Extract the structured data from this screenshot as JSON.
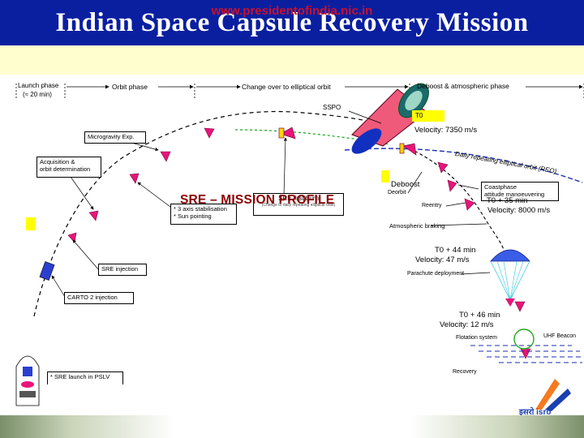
{
  "title": "Indian Space Capsule Recovery Mission",
  "footer_url": "www.presidentofindia.nic.in",
  "phases": {
    "launch": "Launch phase",
    "launch_time": "(≈ 20 min)",
    "orbit": "Orbit phase",
    "changeover": "Change over to elliptical orbit",
    "deboost": "Deboost & atmospheric phase"
  },
  "labels": {
    "sspo": "SSPO",
    "t0": "T0",
    "vel_7350": "Velocity: 7350 m/s",
    "reo": "Daily repeating elliptical orbit (REO)",
    "deboost": "Deboost",
    "deorbit": "Deorbit",
    "coastphase_1": "Coastphase",
    "coastphase_2": "attitude manoeuvering",
    "t0_35": "T0 + 35 min",
    "vel_8000": "Velocity: 8000 m/s",
    "reentry": "Reentry",
    "atmos_braking": "Atmospheric braking",
    "t0_44": "T0 + 44 min",
    "vel_47": "Velocity: 47 m/s",
    "parachute": "Parachute deployment",
    "t0_46": "T0 + 46 min",
    "vel_12": "Velocity: 12 m/s",
    "flotation": "Flotation system",
    "uhf": "UHF Beacon",
    "recovery": "Recovery",
    "micrograv": "Microgravity Exp.",
    "acq_1": "Acquisition &",
    "acq_2": "orbit determination",
    "stab_1": "* 3 axis stabilisation",
    "stab_2": "* Sun pointing",
    "sre_fb_1": "SRE first burn",
    "sre_fb_2": "(Change to daily repeating elliptical orbit)",
    "sre_inj": "SRE injection",
    "carto": "CARTO 2 injection",
    "sre_launch": "* SRE launch in PSLV",
    "mission_profile": "SRE – MISSION PROFILE",
    "isro": "इसरो isro"
  },
  "colors": {
    "title_bg": "#0a1fa0",
    "title_text": "#ffffff",
    "band": "#fefecf",
    "capsule": "#e8157a",
    "profile_text": "#8b0000",
    "footer_text": "#c8102e",
    "orbit_green": "#22aa22",
    "reo_blue": "#1a2fb0",
    "marker": "#ffff00"
  }
}
